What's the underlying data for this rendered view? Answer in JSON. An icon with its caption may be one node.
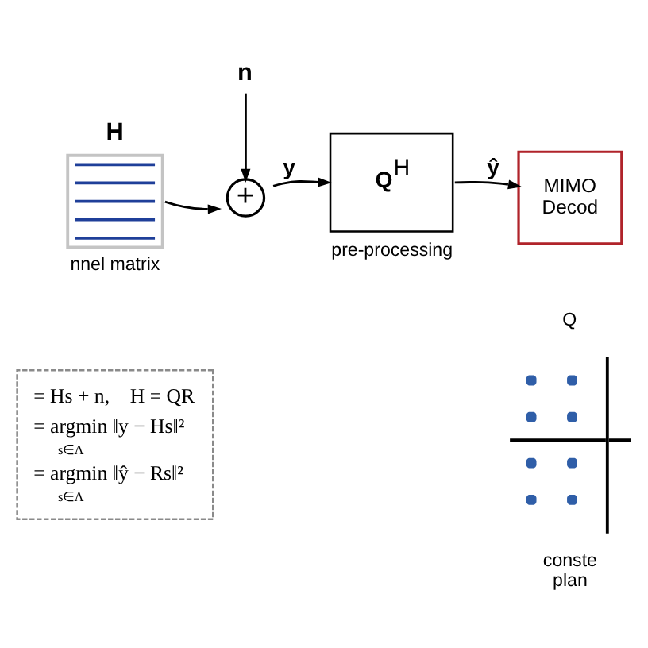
{
  "diagram": {
    "nodes": [
      {
        "text": [
          "H"
        ],
        "beside": [
          "nnel matrix"
        ]
      },
      {
        "text": [
          "n"
        ]
      },
      {
        "text": [
          "+"
        ]
      },
      {
        "text": [
          "**Q**$^{H}$"
        ],
        "beside": [
          "pre-processing"
        ]
      },
      {
        "text": [
          "MIMO Decod"
        ]
      },
      {
        "text": [
          "= Hs + n,    H = QR",
          "= argmin ‖y − Hs‖²",
          "s∈Λ",
          "= argmin ‖ŷ − Rs‖²",
          "s∈Λ"
        ]
      }
    ],
    "edges": [
      {
        "from": 0,
        "to": 2,
        "arrow": "to"
      },
      {
        "from": 1,
        "to": 2,
        "arrow": "to"
      },
      {
        "from": 2,
        "to": 3,
        "arrow": "to",
        "label": "y"
      },
      {
        "from": 3,
        "to": 4,
        "arrow": "to",
        "label": "ŷ"
      }
    ],
    "labels": [
      "Q",
      "conste plan"
    ]
  }
}
